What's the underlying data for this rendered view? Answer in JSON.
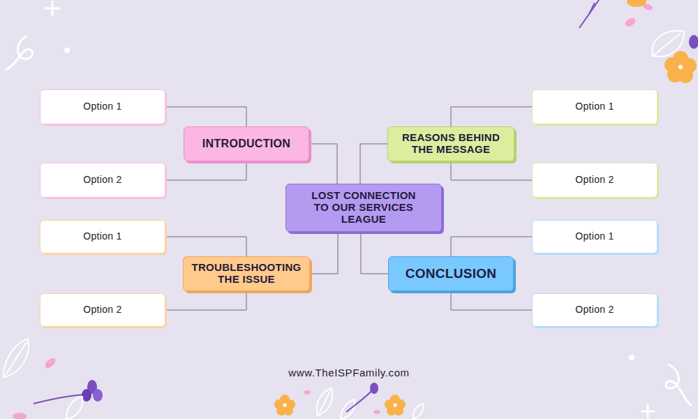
{
  "diagram": {
    "nodes": [
      {
        "text": [
          "LOST CONNECTION TO OUR SERVICES LEAGUE"
        ]
      },
      {
        "text": [
          "INTRODUCTION"
        ]
      },
      {
        "text": [
          "Option 1"
        ]
      },
      {
        "text": [
          "Option 2"
        ]
      },
      {
        "text": [
          "REASONS BEHIND THE MESSAGE"
        ]
      },
      {
        "text": [
          "Option 1"
        ]
      },
      {
        "text": [
          "Option 2"
        ]
      },
      {
        "text": [
          "TROUBLESHOOTING THE ISSUE"
        ]
      },
      {
        "text": [
          "Option 1"
        ]
      },
      {
        "text": [
          "Option 2"
        ]
      },
      {
        "text": [
          "CONCLUSION"
        ]
      },
      {
        "text": [
          "Option 1"
        ]
      },
      {
        "text": [
          "Option 2"
        ]
      }
    ],
    "edges": [
      {
        "from": 0,
        "to": 1,
        "arrow": "none"
      },
      {
        "from": 0,
        "to": 4,
        "arrow": "none"
      },
      {
        "from": 0,
        "to": 7,
        "arrow": "none"
      },
      {
        "from": 0,
        "to": 10,
        "arrow": "none"
      },
      {
        "from": 1,
        "to": 2,
        "arrow": "none"
      },
      {
        "from": 1,
        "to": 3,
        "arrow": "none"
      },
      {
        "from": 4,
        "to": 5,
        "arrow": "none"
      },
      {
        "from": 4,
        "to": 6,
        "arrow": "none"
      },
      {
        "from": 7,
        "to": 8,
        "arrow": "none"
      },
      {
        "from": 7,
        "to": 9,
        "arrow": "none"
      },
      {
        "from": 10,
        "to": 11,
        "arrow": "none"
      },
      {
        "from": 10,
        "to": 12,
        "arrow": "none"
      }
    ],
    "labels": [
      "www.TheISPFamily.com"
    ]
  }
}
